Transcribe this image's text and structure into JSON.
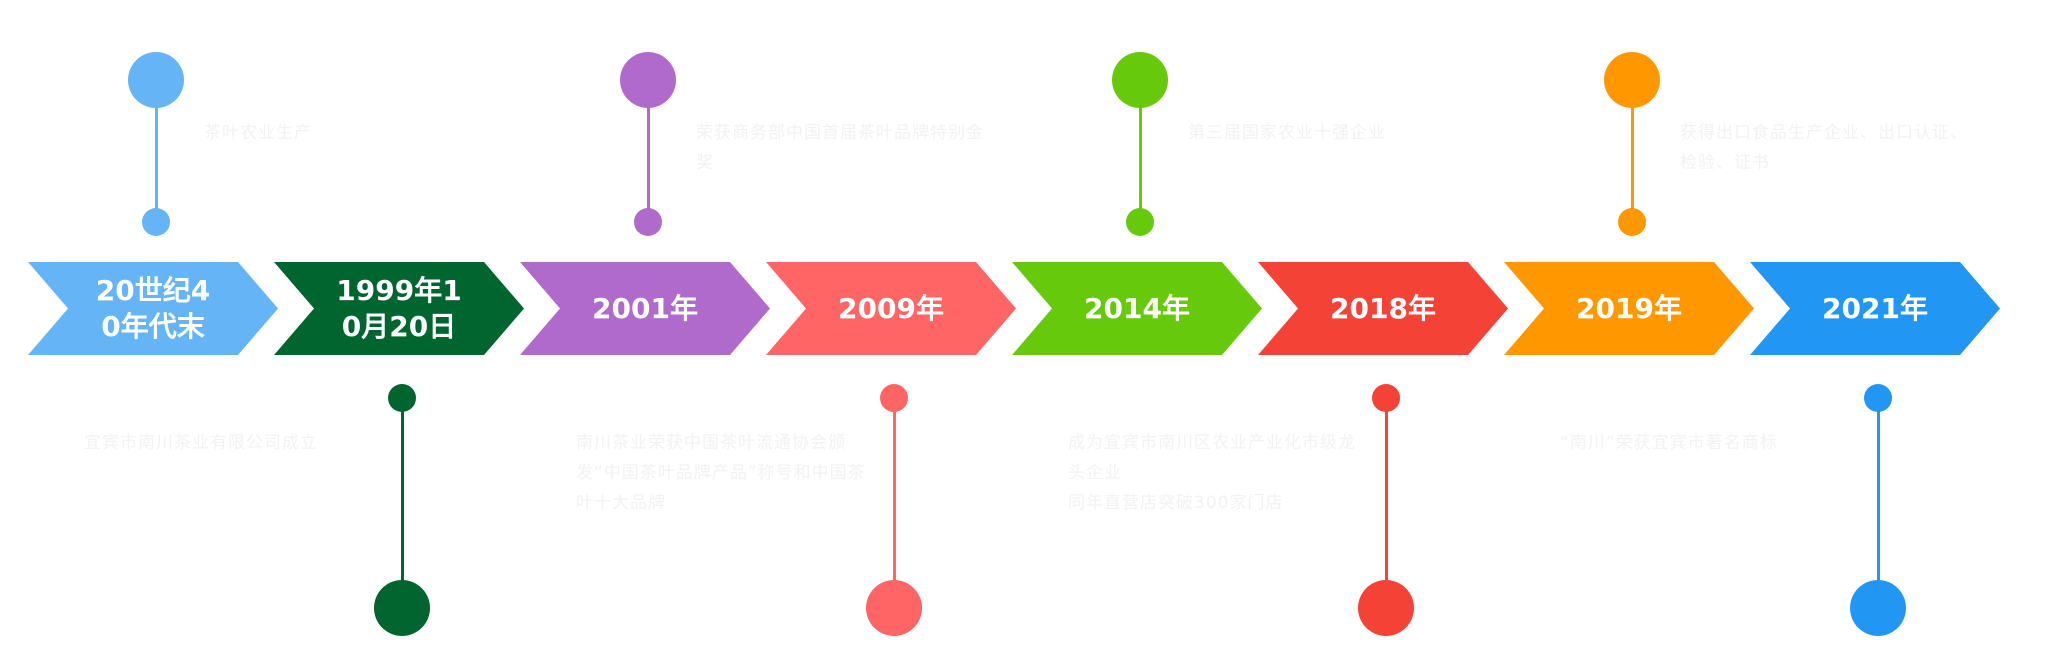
{
  "timeline": {
    "events": [
      {
        "year": "20世纪40年代末",
        "color": "#64B4F6",
        "position": "top",
        "caption": "茶叶农业生产"
      },
      {
        "year": "1999年10月20日",
        "color": "#00652E",
        "position": "bottom",
        "caption": "宜宾市南川茶业有限公司成立"
      },
      {
        "year": "2001年",
        "color": "#B06ACB",
        "position": "top",
        "caption": "荣获商务部中国首届茶叶品牌特别金奖"
      },
      {
        "year": "2009年",
        "color": "#FF6565",
        "position": "bottom",
        "caption": "南川茶业荣获中国茶叶流通协会颁发“中国茶叶品牌产品”称号和中国茶叶十大品牌"
      },
      {
        "year": "2014年",
        "color": "#66C90C",
        "position": "top",
        "caption": "第三届国家农业十强企业"
      },
      {
        "year": "2018年",
        "color": "#F44336",
        "position": "bottom",
        "caption": "成为宜宾市南川区农业产业化市级龙头企业\n同年直营店突破300家门店"
      },
      {
        "year": "2019年",
        "color": "#FF9800",
        "position": "top",
        "caption": "获得出口食品生产企业、出口认证、检验、证书"
      },
      {
        "year": "2021年",
        "color": "#2196F3",
        "position": "bottom",
        "caption": "“南川”荣获宜宾市著名商标"
      }
    ]
  }
}
